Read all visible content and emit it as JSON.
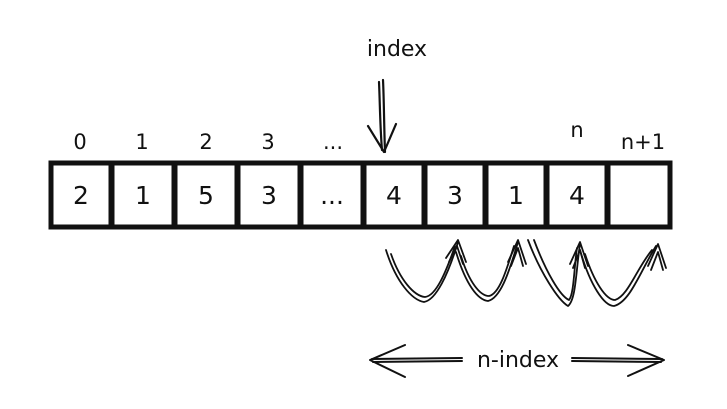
{
  "diagram": {
    "pointer_label": "index",
    "range_label": "n-index",
    "indices": [
      "0",
      "1",
      "2",
      "3",
      "...",
      "",
      "",
      "",
      "n",
      "n+1"
    ],
    "cells": [
      "2",
      "1",
      "5",
      "3",
      "...",
      "4",
      "3",
      "1",
      "4",
      ""
    ],
    "colors": {
      "ink": "#111111",
      "background": "#ffffff"
    }
  }
}
